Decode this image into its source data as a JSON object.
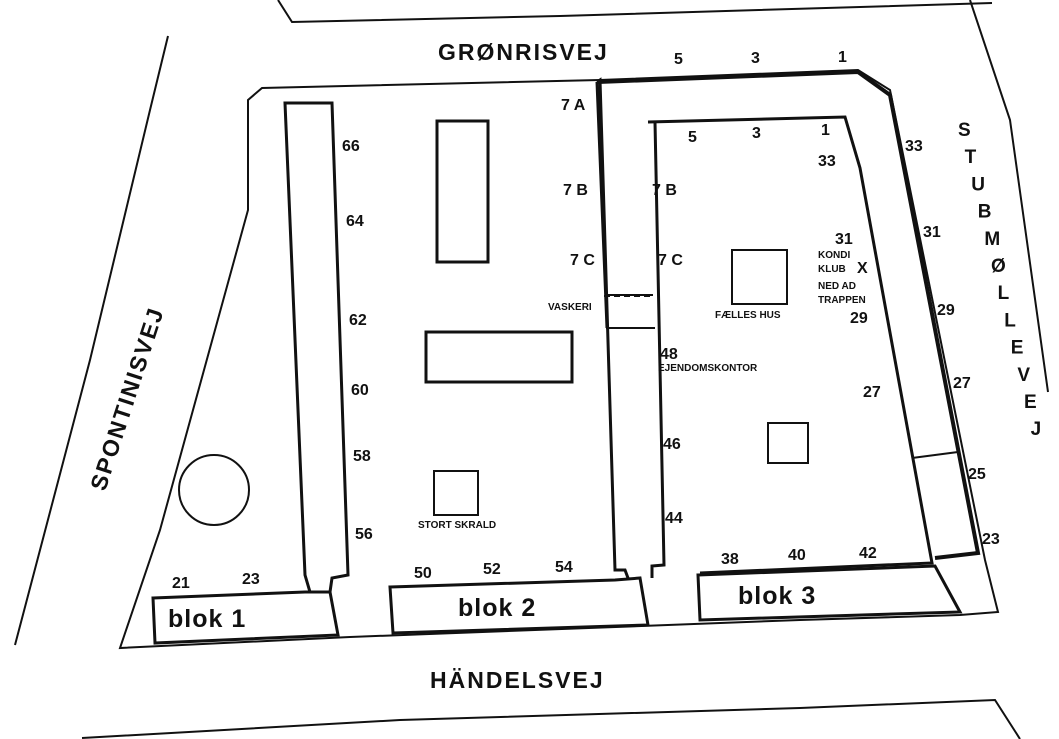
{
  "streets": {
    "north": "GRØNRISVEJ",
    "south": "HÄNDELSVEJ",
    "west": "SPONTINISVEJ",
    "east_letters": [
      "S",
      "T",
      "U",
      "B",
      "M",
      "Ø",
      "L",
      "L",
      "E",
      "V",
      "E",
      "J"
    ]
  },
  "blocks": {
    "blok1": "blok 1",
    "blok2": "blok 2",
    "blok3": "blok 3"
  },
  "labels": {
    "vaskeri": "VASKERI",
    "faelles_hus": "FÆLLES HUS",
    "ejendomskontor": "EJENDOMSKONTOR",
    "stort_skrald": "STORT SKRALD",
    "kondi": "KONDI",
    "klub": "KLUB",
    "x_mark": "X",
    "ned_ad": "NED AD",
    "trappen": "TRAPPEN"
  },
  "house_numbers": {
    "north_outer": [
      "5",
      "3",
      "1"
    ],
    "north_inner": [
      "5",
      "3",
      "1"
    ],
    "west_row": [
      "66",
      "64",
      "62",
      "60",
      "58",
      "56"
    ],
    "center_left": [
      "7 A",
      "7 B",
      "7 C"
    ],
    "center_right": [
      "7 B",
      "7 C",
      "48",
      "46",
      "44"
    ],
    "east_inner": [
      "33",
      "31",
      "29",
      "27"
    ],
    "east_outer": [
      "33",
      "31",
      "29",
      "27",
      "25",
      "23"
    ],
    "blok1_row": [
      "21",
      "23"
    ],
    "blok2_row": [
      "50",
      "52",
      "54"
    ],
    "blok3_row": [
      "38",
      "40",
      "42"
    ]
  }
}
